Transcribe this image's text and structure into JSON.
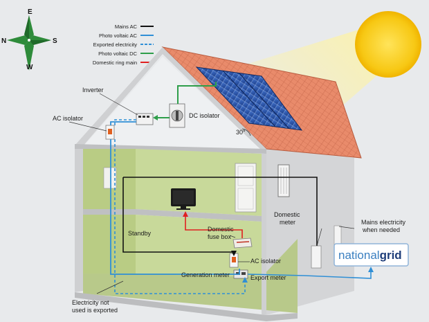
{
  "compass": {
    "north": "N",
    "south": "S",
    "east": "E",
    "west": "W"
  },
  "legend": [
    {
      "label": "Mains AC",
      "color": "#111111",
      "style": "solid"
    },
    {
      "label": "Photo voltaic AC",
      "color": "#2f8fd6",
      "style": "solid"
    },
    {
      "label": "Exported electricity",
      "color": "#2f8fd6",
      "style": "dashed"
    },
    {
      "label": "Photo voltaic DC",
      "color": "#2e9e4a",
      "style": "solid"
    },
    {
      "label": "Domestic ring main",
      "color": "#e02020",
      "style": "solid"
    }
  ],
  "labels": {
    "inverter": "Inverter",
    "ac_isolator_top": "AC isolator",
    "dc_isolator": "DC isolator",
    "roof_angle": "30°",
    "standby": "Standby",
    "fuse_box_line1": "Domestic",
    "fuse_box_line2": "fuse box",
    "ac_isolator_bottom": "AC isolator",
    "generation_meter": "Generation meter",
    "export_meter": "Export meter",
    "domestic_meter_line1": "Domestic",
    "domestic_meter_line2": "meter",
    "mains_line1": "Mains electricity",
    "mains_line2": "when needed",
    "not_used_line1": "Electricity not",
    "not_used_line2": "used is exported"
  },
  "brand": {
    "part1": "national",
    "part2": "grid",
    "color1": "#3a7fc0",
    "color2": "#1f3e7a"
  },
  "colors": {
    "mains_ac": "#111111",
    "pv_ac": "#2f8fd6",
    "pv_dc": "#2e9e4a",
    "ring_main": "#e02020",
    "roof": "#e8886a",
    "sun": "#f5cc1e",
    "wall": "#d9dadc",
    "interior": "#c8d89a"
  }
}
